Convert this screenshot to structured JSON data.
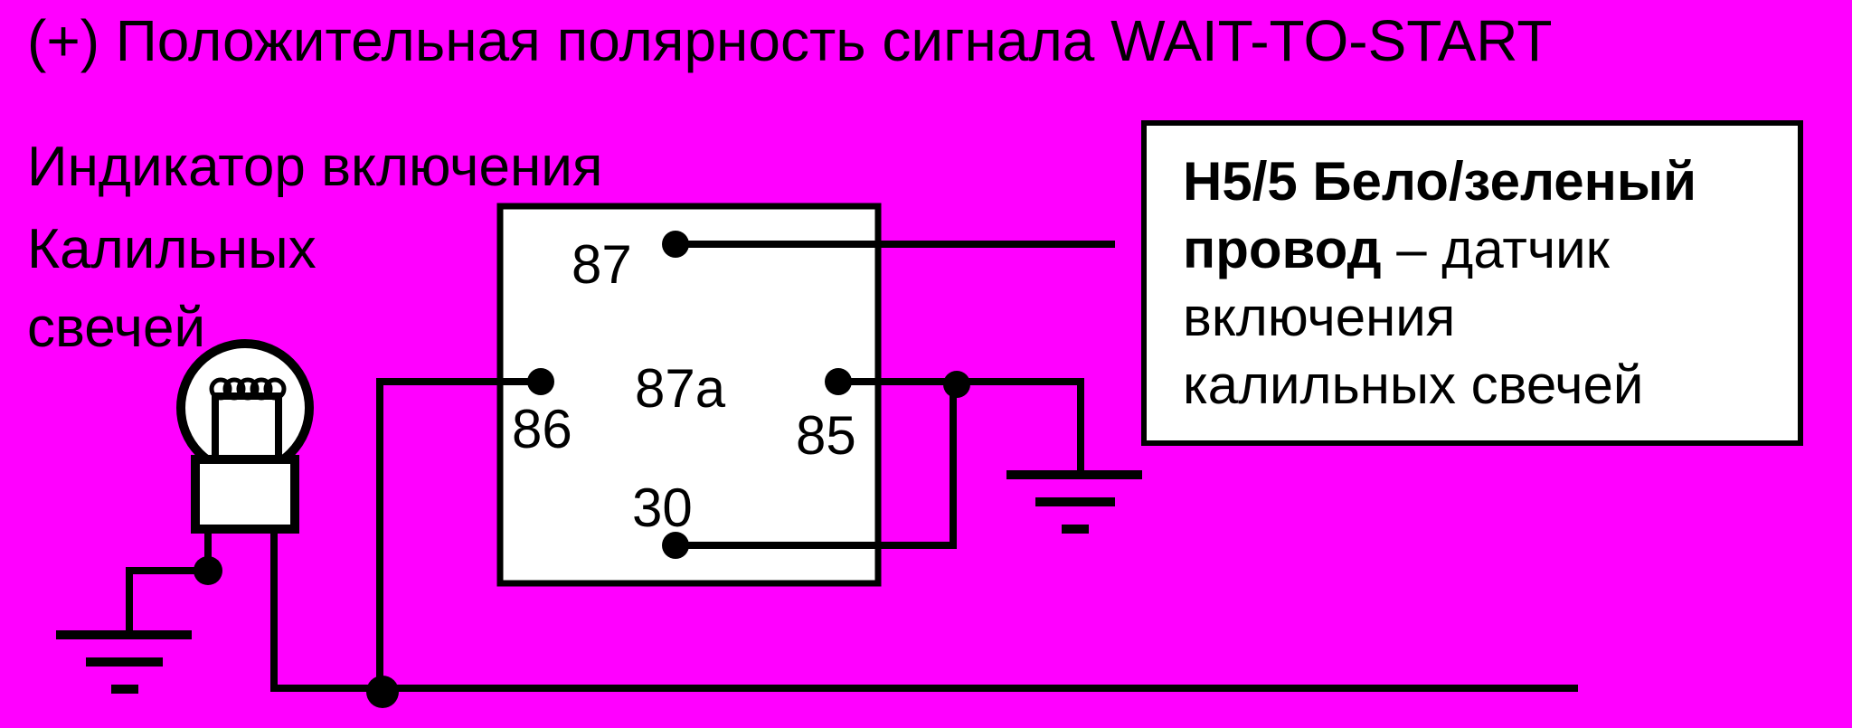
{
  "title": "(+) Положительная полярность сигнала WAIT-TO-START",
  "indicator": {
    "line1": "Индикатор включения",
    "line2": "Калильных",
    "line3": "свечей"
  },
  "relay": {
    "pins": {
      "p87": "87",
      "p87a": "87a",
      "p86": "86",
      "p85": "85",
      "p30": "30"
    }
  },
  "note": {
    "line1": "H5/5 Бело/зеленый",
    "line2_bold": "провод",
    "line2_rest": " – датчик",
    "line3": "включения",
    "line4": "калильных свечей"
  },
  "colors": {
    "background": "#FF00FF",
    "line": "#000000",
    "box": "#FFFFFF"
  }
}
